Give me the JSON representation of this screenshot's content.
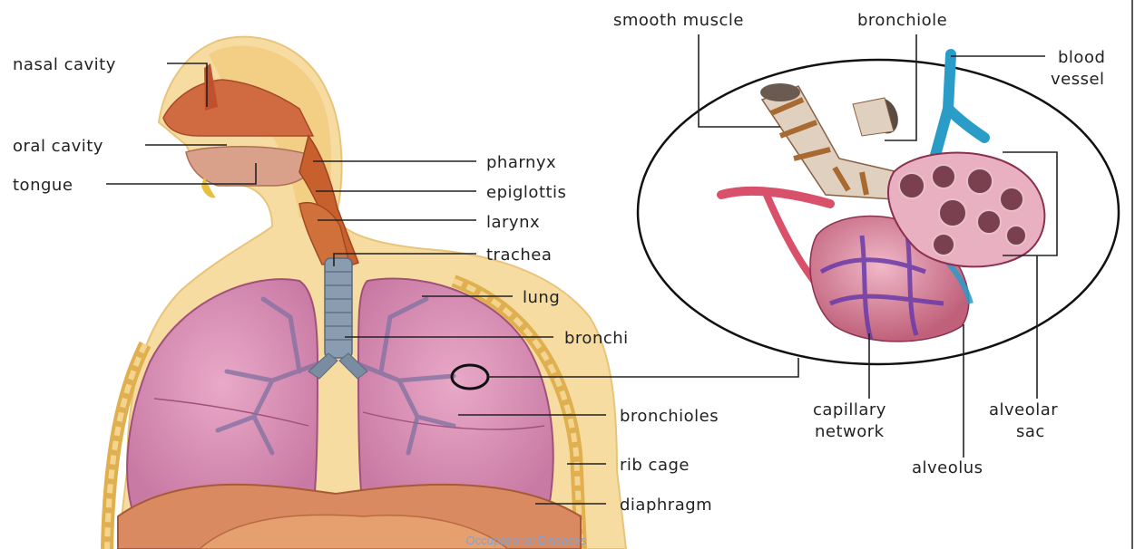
{
  "diagram": {
    "labels": {
      "nasal_cavity": "nasal cavity",
      "oral_cavity": "oral cavity",
      "tongue": "tongue",
      "pharynx": "pharnyx",
      "epiglottis": "epiglottis",
      "larynx": "larynx",
      "trachea": "trachea",
      "lung": "lung",
      "bronchi": "bronchi",
      "bronchioles": "bronchioles",
      "rib_cage": "rib cage",
      "diaphragm": "diaphragm",
      "smooth_muscle": "smooth muscle",
      "bronchiole": "bronchiole",
      "blood_vessel_line1": "blood",
      "blood_vessel_line2": "vessel",
      "capillary_network_line1": "capillary",
      "capillary_network_line2": "network",
      "alveolar_sac_line1": "alveolar",
      "alveolar_sac_line2": "sac",
      "alveolus": "alveolus"
    },
    "footer_text": "Occupational Diseases",
    "colors": {
      "body": "#f6dca0",
      "lung": "#d88ab0",
      "airway": "#c8602e",
      "trachea": "#8a9cb0",
      "capillary_blue": "#2a9cc8",
      "vessel_red": "#d8506a",
      "alveoli": "#c86a80"
    }
  }
}
